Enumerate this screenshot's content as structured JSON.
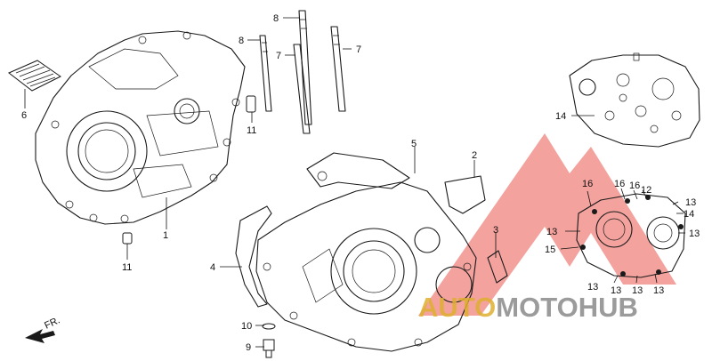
{
  "diagram": {
    "front_arrow_label": "FR.",
    "callouts": {
      "c1": "1",
      "c2": "2",
      "c3": "3",
      "c4": "4",
      "c5": "5",
      "c6": "6",
      "c7a": "7",
      "c7b": "7",
      "c8a": "8",
      "c8b": "8",
      "c9": "9",
      "c10": "10",
      "c11a": "11",
      "c11b": "11",
      "c12": "12",
      "c13a": "13",
      "c13b": "13",
      "c13c": "13",
      "c13d": "13",
      "c13e": "13",
      "c13f": "13",
      "c13g": "13",
      "c14a": "14",
      "c14b": "14",
      "c15": "15",
      "c16a": "16",
      "c16b": "16",
      "c16c": "16"
    }
  },
  "watermark": {
    "text_prefix": "AUTO",
    "text_suffix": "MOTOHUB",
    "color_red": "#e8413a",
    "color_gold": "#e0b030",
    "color_gray": "#8a8a8a"
  }
}
